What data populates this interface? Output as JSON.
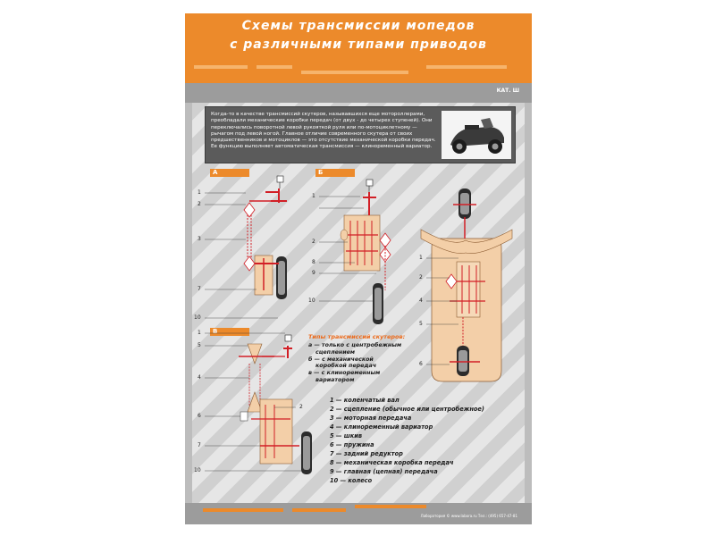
{
  "header": {
    "title_line1": "Схемы трансмиссии мопедов",
    "title_line2": "с различными типами приводов",
    "catalog_label": "КАТ. Ш"
  },
  "intro": {
    "text": "Когда-то в качестве трансмиссий скутеров, называвшихся еще мотороллерами, преобладали механические коробки передач (от двух - до четырех ступеней). Они переключались поворотной левой рукояткой руля или по-мотоциклетному — рычагом под левой ногой. Главное отличие современного скутера от своих предшественников и мотоциклов — это отсутствие механической коробки передач. Ее функцию выполняет автоматическая трансмиссия — клиноременный вариатор."
  },
  "sections": {
    "a": {
      "tag": "А",
      "labels": [
        "1",
        "2",
        "3",
        "7",
        "10"
      ]
    },
    "b": {
      "tag": "Б",
      "labels": [
        "1",
        "2",
        "8",
        "9",
        "10"
      ]
    },
    "c": {
      "tag": "В",
      "labels": [
        "1",
        "5",
        "4",
        "6",
        "2",
        "7",
        "10"
      ]
    },
    "top_view": {
      "labels": [
        "1",
        "2",
        "4",
        "5",
        "6"
      ]
    }
  },
  "types": {
    "title": "Типы трансмиссий скутеров:",
    "lines": [
      {
        "text": "а — только с центробежным",
        "indent": false
      },
      {
        "text": "сцеплением",
        "indent": true
      },
      {
        "text": "б — с механической",
        "indent": false
      },
      {
        "text": "коробкой передач",
        "indent": true
      },
      {
        "text": "в — с клиноременным",
        "indent": false
      },
      {
        "text": "вариатором",
        "indent": true
      }
    ]
  },
  "legend": [
    "1 — коленчатый вал",
    "2 — сцепление (обычное или центробежное)",
    "3 — моторная передача",
    "4 — клиноременный вариатор",
    "5 — шкив",
    "6 — пружина",
    "7 — задний редуктор",
    "8 — механическая коробка передач",
    "9 — главная (цепная) передача",
    "10 — колесо"
  ],
  "footer": {
    "text": "Лаборатория ©  www.labora.ru  Тел.: (495) 657-47-81"
  },
  "colors": {
    "accent": "#ec8a2b",
    "part": "#f3cfa8",
    "shaft": "#d21f26",
    "dark": "#5b5b5b"
  }
}
